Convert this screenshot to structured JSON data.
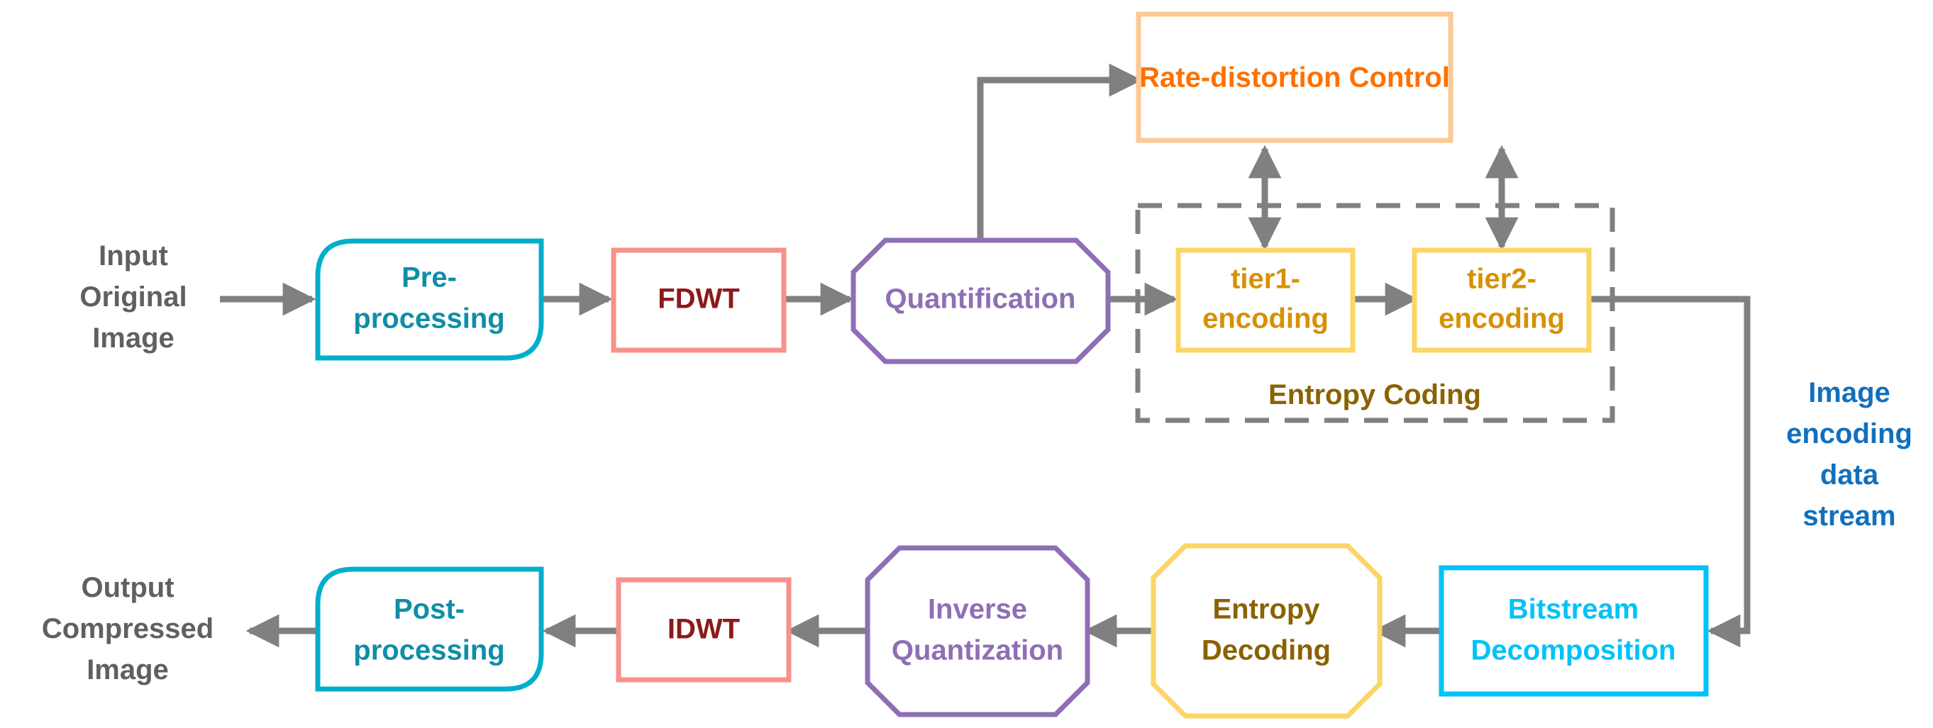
{
  "diagram": {
    "title": "Image compression codec block diagram",
    "colors": {
      "teal": "#00AFCB",
      "teal_text": "#0E8EA8",
      "salmon": "#F5928A",
      "dark_red": "#8C1A1A",
      "purple": "#8E6FB5",
      "gold_light": "#FBD665",
      "gold_text": "#D79100",
      "olive_text": "#8A6200",
      "orange_light": "#FCC894",
      "orange_text": "#FF7000",
      "cyan": "#00C2FA",
      "gray": "#808080",
      "gray_text": "#606060",
      "blue_text": "#1170BD"
    },
    "encoder_row": {
      "input_label": {
        "lines": [
          "Input",
          "Original",
          "Image"
        ],
        "color": "#606060"
      },
      "nodes": [
        {
          "id": "pre-processing",
          "lines": [
            "Pre-",
            "processing"
          ],
          "shape": "rounded-asym",
          "border_color": "#00AFCB",
          "text_color": "#0E8EA8"
        },
        {
          "id": "fdwt",
          "lines": [
            "FDWT"
          ],
          "shape": "rect",
          "border_color": "#F5928A",
          "text_color": "#8C1A1A"
        },
        {
          "id": "quantification",
          "lines": [
            "Quantification"
          ],
          "shape": "octagon",
          "border_color": "#8E6FB5",
          "text_color": "#8E6FB5"
        }
      ]
    },
    "rate_distortion": {
      "id": "rate-distortion-control",
      "lines": [
        "Rate-distortion Control"
      ],
      "shape": "rect",
      "border_color": "#FCC894",
      "text_color": "#FF7000"
    },
    "entropy_coding_group": {
      "id": "entropy-coding-group",
      "label": "Entropy Coding",
      "label_color": "#8A6200",
      "border_style": "dashed",
      "border_color": "#808080",
      "nodes": [
        {
          "id": "tier1-encoding",
          "lines": [
            "tier1-",
            "encoding"
          ],
          "shape": "rect",
          "border_color": "#FBD665",
          "text_color": "#D79100"
        },
        {
          "id": "tier2-encoding",
          "lines": [
            "tier2-",
            "encoding"
          ],
          "shape": "rect",
          "border_color": "#FBD665",
          "text_color": "#D79100"
        }
      ]
    },
    "stream_label": {
      "lines": [
        "Image",
        "encoding",
        "data",
        "stream"
      ],
      "color": "#1170BD"
    },
    "decoder_row": {
      "output_label": {
        "lines": [
          "Output",
          "Compressed",
          "Image"
        ],
        "color": "#606060"
      },
      "nodes": [
        {
          "id": "post-processing",
          "lines": [
            "Post-",
            "processing"
          ],
          "shape": "rounded-asym",
          "border_color": "#00AFCB",
          "text_color": "#0E8EA8"
        },
        {
          "id": "idwt",
          "lines": [
            "IDWT"
          ],
          "shape": "rect",
          "border_color": "#F5928A",
          "text_color": "#8C1A1A"
        },
        {
          "id": "inverse-quantization",
          "lines": [
            "Inverse",
            "Quantization"
          ],
          "shape": "octagon",
          "border_color": "#8E6FB5",
          "text_color": "#8E6FB5"
        },
        {
          "id": "entropy-decoding",
          "lines": [
            "Entropy",
            "Decoding"
          ],
          "shape": "octagon",
          "border_color": "#FBD665",
          "text_color": "#8A6200"
        },
        {
          "id": "bitstream-decomposition",
          "lines": [
            "Bitstream",
            "Decomposition"
          ],
          "shape": "rect",
          "border_color": "#00C2FA",
          "text_color": "#00C2FA"
        }
      ]
    },
    "connections": [
      {
        "from": "input-label",
        "to": "pre-processing",
        "type": "arrow"
      },
      {
        "from": "pre-processing",
        "to": "fdwt",
        "type": "arrow"
      },
      {
        "from": "fdwt",
        "to": "quantification",
        "type": "arrow"
      },
      {
        "from": "quantification",
        "to": "tier1-encoding",
        "type": "arrow"
      },
      {
        "from": "quantification",
        "to": "rate-distortion-control",
        "type": "elbow-arrow"
      },
      {
        "from": "tier1-encoding",
        "to": "tier2-encoding",
        "type": "arrow"
      },
      {
        "from": "rate-distortion-control",
        "to": "tier1-encoding",
        "type": "double-arrow"
      },
      {
        "from": "rate-distortion-control",
        "to": "tier2-encoding",
        "type": "double-arrow"
      },
      {
        "from": "tier2-encoding",
        "to": "bitstream-decomposition",
        "type": "elbow-arrow"
      },
      {
        "from": "bitstream-decomposition",
        "to": "entropy-decoding",
        "type": "arrow"
      },
      {
        "from": "entropy-decoding",
        "to": "inverse-quantization",
        "type": "arrow"
      },
      {
        "from": "inverse-quantization",
        "to": "idwt",
        "type": "arrow"
      },
      {
        "from": "idwt",
        "to": "post-processing",
        "type": "arrow"
      },
      {
        "from": "post-processing",
        "to": "output-label",
        "type": "arrow"
      }
    ]
  }
}
